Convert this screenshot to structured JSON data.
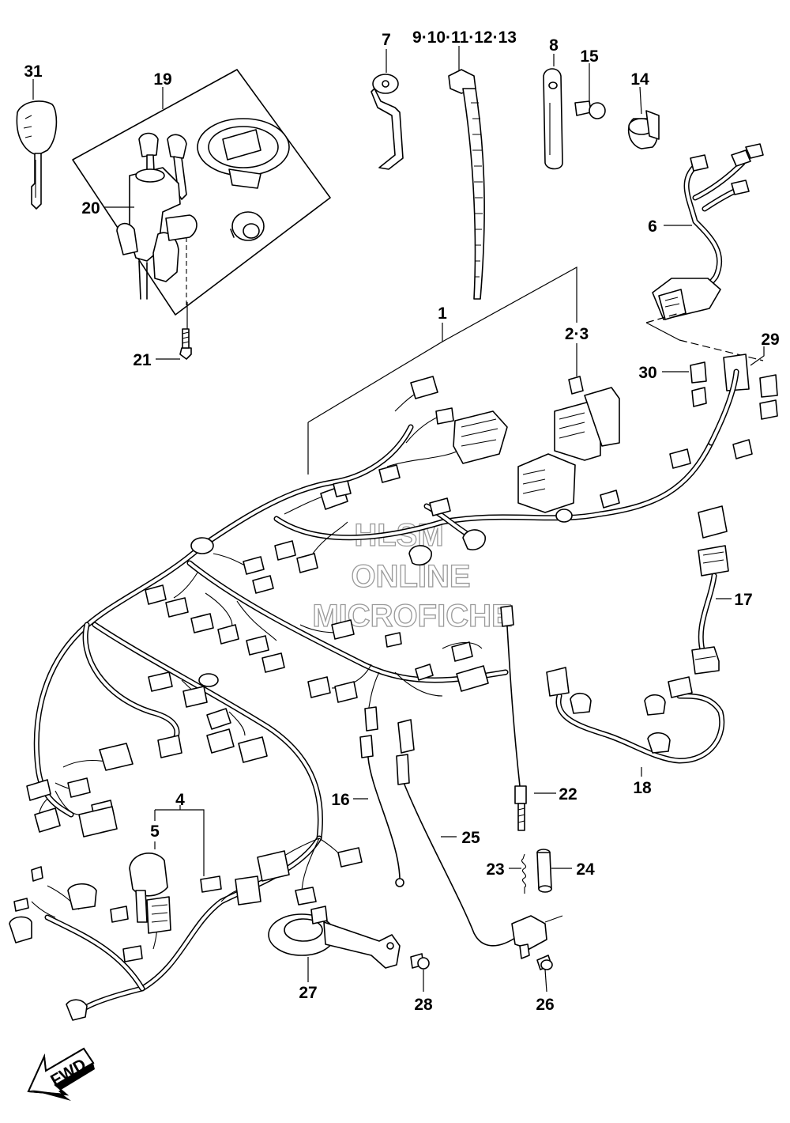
{
  "labels": {
    "p1": "1",
    "p2_3": "2·3",
    "p4": "4",
    "p5": "5",
    "p6": "6",
    "p7": "7",
    "p8": "8",
    "p9_13": "9·10·11·12·13",
    "p14": "14",
    "p15": "15",
    "p16": "16",
    "p17": "17",
    "p18": "18",
    "p19": "19",
    "p20": "20",
    "p21": "21",
    "p22": "22",
    "p23": "23",
    "p24": "24",
    "p25": "25",
    "p26": "26",
    "p27": "27",
    "p28": "28",
    "p29": "29",
    "p30": "30",
    "p31": "31"
  },
  "watermark": {
    "line1": "HLSM",
    "line2": "ONLINE",
    "line3": "MICROFICHE"
  },
  "fwd_label": "FWD"
}
